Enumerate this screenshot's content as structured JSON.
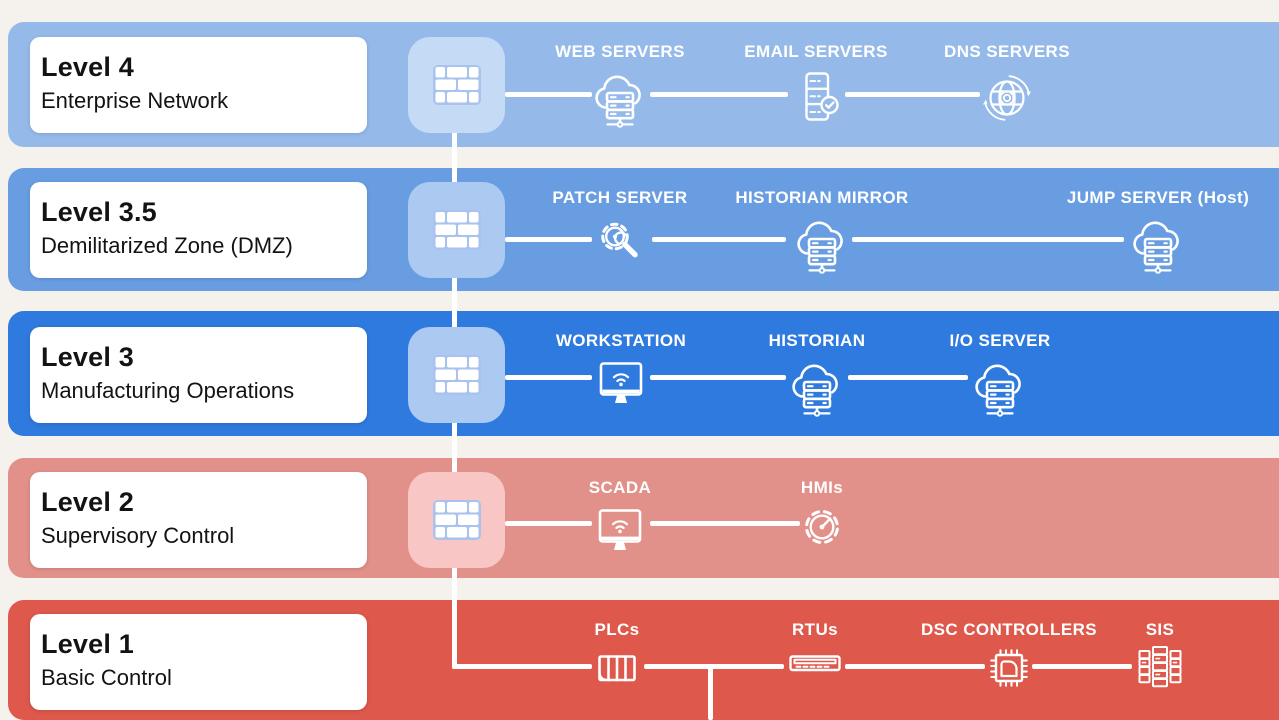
{
  "diagram": {
    "background_color": "#f5f1ed",
    "connector_color": "#ffffff",
    "brick_gap_color": "#a9c2ee",
    "levels": [
      {
        "title": "Level 4",
        "subtitle": "Enterprise Network",
        "band_color": "#95baea",
        "firewall_color": "#c5daf5",
        "devices": [
          {
            "label": "WEB SERVERS",
            "icon": "cloud-server-icon"
          },
          {
            "label": "EMAIL SERVERS",
            "icon": "server-check-icon"
          },
          {
            "label": "DNS SERVERS",
            "icon": "globe-gear-icon"
          }
        ]
      },
      {
        "title": "Level 3.5",
        "subtitle": "Demilitarized Zone (DMZ)",
        "band_color": "#699de2",
        "firewall_color": "#abc9f1",
        "devices": [
          {
            "label": "PATCH SERVER",
            "icon": "gear-wrench-icon"
          },
          {
            "label": "HISTORIAN MIRROR",
            "icon": "cloud-server-icon"
          },
          {
            "label": "JUMP SERVER (Host)",
            "icon": "cloud-server-icon"
          }
        ]
      },
      {
        "title": "Level 3",
        "subtitle": "Manufacturing Operations",
        "band_color": "#2f7ade",
        "firewall_color": "#abc9f1",
        "devices": [
          {
            "label": "WORKSTATION",
            "icon": "monitor-wifi-icon"
          },
          {
            "label": "HISTORIAN",
            "icon": "cloud-server-icon"
          },
          {
            "label": "I/O SERVER",
            "icon": "cloud-server-icon"
          }
        ]
      },
      {
        "title": "Level 2",
        "subtitle": "Supervisory Control",
        "band_color": "#e2908a",
        "firewall_color": "#f8c6c5",
        "devices": [
          {
            "label": "SCADA",
            "icon": "monitor-wifi-icon"
          },
          {
            "label": "HMIs",
            "icon": "gear-gauge-icon"
          }
        ]
      },
      {
        "title": "Level 1",
        "subtitle": "Basic Control",
        "band_color": "#de584c",
        "firewall_color": null,
        "devices": [
          {
            "label": "PLCs",
            "icon": "plc-module-icon"
          },
          {
            "label": "RTUs",
            "icon": "rtu-device-icon"
          },
          {
            "label": "DSC CONTROLLERS",
            "icon": "chip-icon"
          },
          {
            "label": "SIS",
            "icon": "server-rack-icon"
          }
        ]
      }
    ]
  }
}
